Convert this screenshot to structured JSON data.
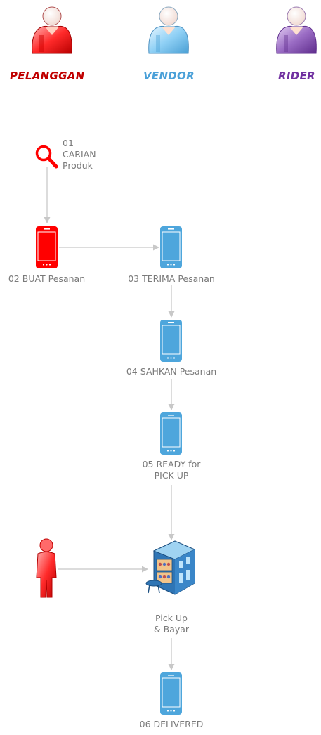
{
  "roles": {
    "pelanggan": {
      "label": "PELANGGAN",
      "color": "#c00000",
      "icon": "person-red-icon"
    },
    "vendor": {
      "label": "VENDOR",
      "color": "#4aa0d8",
      "icon": "person-blue-icon"
    },
    "rider": {
      "label": "RIDER",
      "color": "#7030a0",
      "icon": "person-purple-icon"
    }
  },
  "steps": {
    "search": {
      "number": "01",
      "line1": "CARIAN",
      "line2": "Produk",
      "icon": "magnifier-icon"
    },
    "buat": {
      "label": "02 BUAT Pesanan",
      "icon": "phone-red-icon"
    },
    "terima": {
      "label": "03 TERIMA Pesanan",
      "icon": "phone-blue-icon"
    },
    "sahkan": {
      "label": "04 SAHKAN Pesanan",
      "icon": "phone-blue-icon"
    },
    "ready": {
      "line1": "05 READY for",
      "line2": "PICK UP",
      "icon": "phone-blue-icon"
    },
    "pickup": {
      "line1": "Pick Up",
      "line2": "& Bayar",
      "icon": "store-building-icon"
    },
    "delivered": {
      "label": "06 DELIVERED",
      "icon": "phone-blue-icon"
    }
  },
  "colors": {
    "red": "#ff0000",
    "blue": "#4ea6dc",
    "arrow": "#c8c8c8",
    "text": "#7a7a7a"
  }
}
